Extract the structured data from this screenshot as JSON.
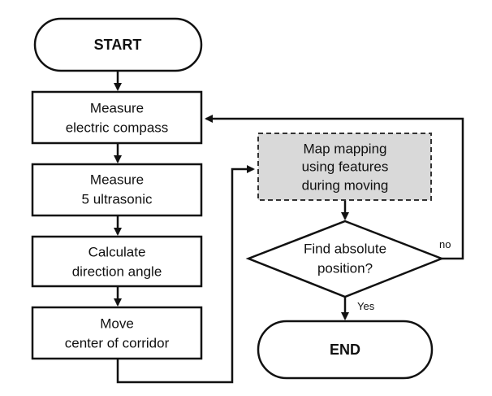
{
  "nodes": {
    "start": {
      "label": "START"
    },
    "measure_compass": {
      "line1": "Measure",
      "line2": "electric compass"
    },
    "measure_ultrasonic": {
      "line1": "Measure",
      "line2": "5 ultrasonic"
    },
    "calc_direction": {
      "line1": "Calculate",
      "line2": "direction angle"
    },
    "move_center": {
      "line1": "Move",
      "line2": "center of corridor"
    },
    "map_mapping": {
      "line1": "Map mapping",
      "line2": "using features",
      "line3": "during moving"
    },
    "decision": {
      "line1": "Find absolute",
      "line2": "position?"
    },
    "end": {
      "label": "END"
    }
  },
  "edges": {
    "yes_label": "Yes",
    "no_label": "no"
  },
  "colors": {
    "stroke": "#111111",
    "box_fill": "#ffffff",
    "highlight_fill": "#d9d9d9"
  }
}
